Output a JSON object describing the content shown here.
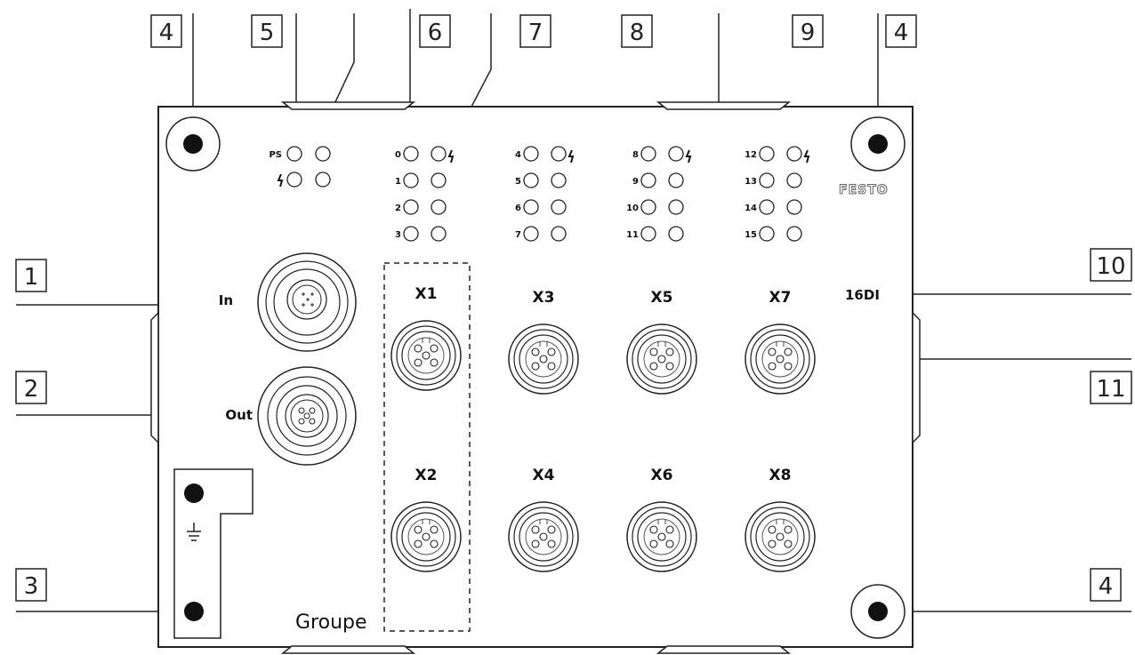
{
  "callouts": {
    "c1": "1",
    "c2": "2",
    "c3": "3",
    "c4a": "4",
    "c4b": "4",
    "c4c": "4",
    "c5": "5",
    "c6": "6",
    "c7": "7",
    "c8": "8",
    "c9": "9",
    "c10": "10",
    "c11": "11"
  },
  "ports": {
    "in": "In",
    "out": "Out"
  },
  "connectors": [
    "X1",
    "X2",
    "X3",
    "X4",
    "X5",
    "X6",
    "X7",
    "X8"
  ],
  "module_type": "16DI",
  "brand": "FESTO",
  "group_label": "Groupe",
  "leds": {
    "ps": "PS",
    "group1": [
      "0",
      "1",
      "2",
      "3"
    ],
    "group2": [
      "4",
      "5",
      "6",
      "7"
    ],
    "group3": [
      "8",
      "9",
      "10",
      "11"
    ],
    "group4": [
      "12",
      "13",
      "14",
      "15"
    ]
  },
  "icons": {
    "ground": "ground-symbol-icon",
    "fault": "lightning-icon"
  }
}
